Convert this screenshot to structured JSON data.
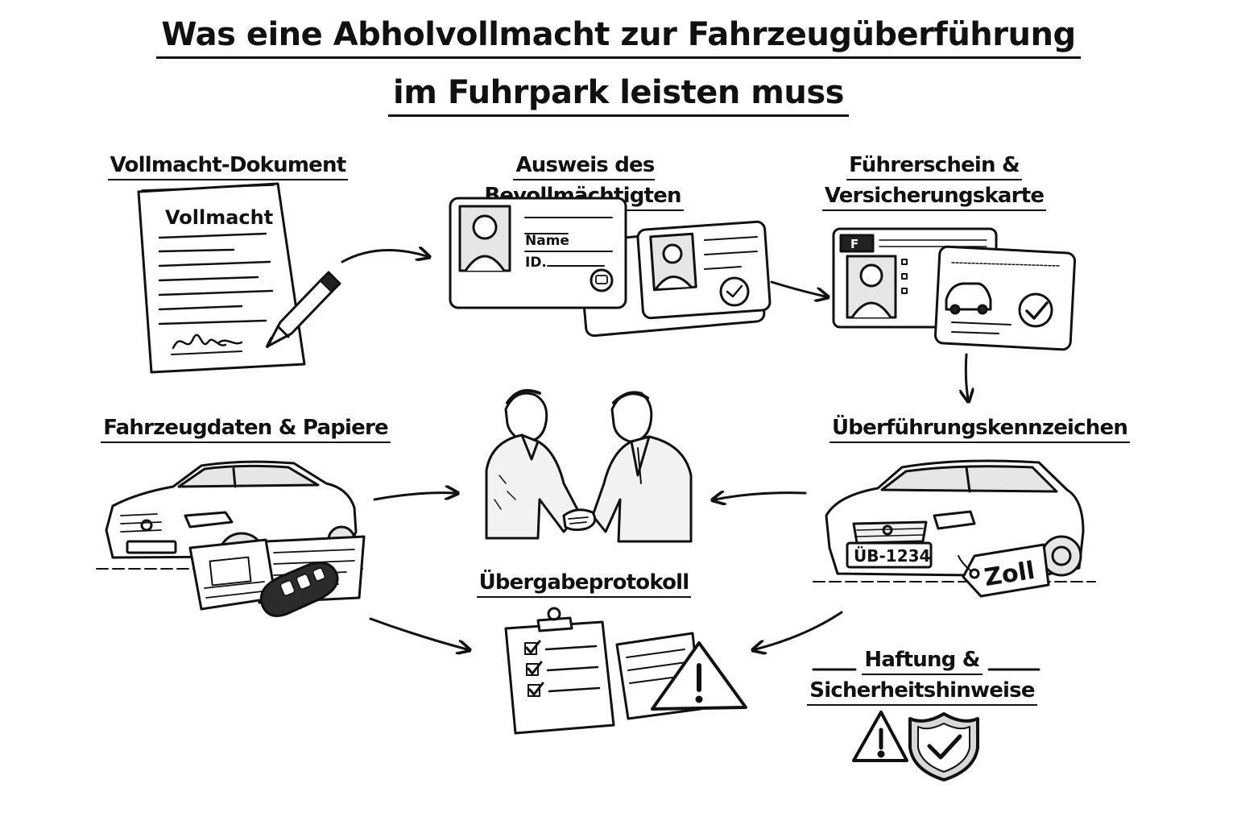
{
  "title": {
    "line1": "Was eine Abholvollmacht zur Fahrzeugüberführung",
    "line2": "im Fuhrpark leisten muss"
  },
  "steps": {
    "vollmacht": {
      "label": "Vollmacht-Dokument",
      "doc_heading": "Vollmacht"
    },
    "ausweis": {
      "label": "Ausweis des Bevollmächtigten",
      "name_field": "Name",
      "id_field": "ID."
    },
    "fuehrerschein": {
      "label_line1": "Führerschein &",
      "label_line2": "Versicherungskarte",
      "license_badge": "F"
    },
    "fahrzeugdaten": {
      "label": "Fahrzeugdaten & Papiere"
    },
    "kennzeichen": {
      "label": "Überführungskennzeichen",
      "plate": "ÜB-1234",
      "tag": "Zoll"
    },
    "protokoll": {
      "label": "Übergabeprotokoll"
    },
    "haftung": {
      "label_line1": "Haftung &",
      "label_line2": "Sicherheitshinweise"
    }
  },
  "icons": [
    "document-icon",
    "pen-icon",
    "id-card-icon",
    "driver-license-icon",
    "insurance-card-icon",
    "car-icon",
    "key-fob-icon",
    "handshake-icon",
    "clipboard-icon",
    "warning-icon",
    "shield-check-icon"
  ],
  "colors": {
    "ink": "#111111",
    "background": "#ffffff",
    "shade": "#cfcfcf"
  }
}
